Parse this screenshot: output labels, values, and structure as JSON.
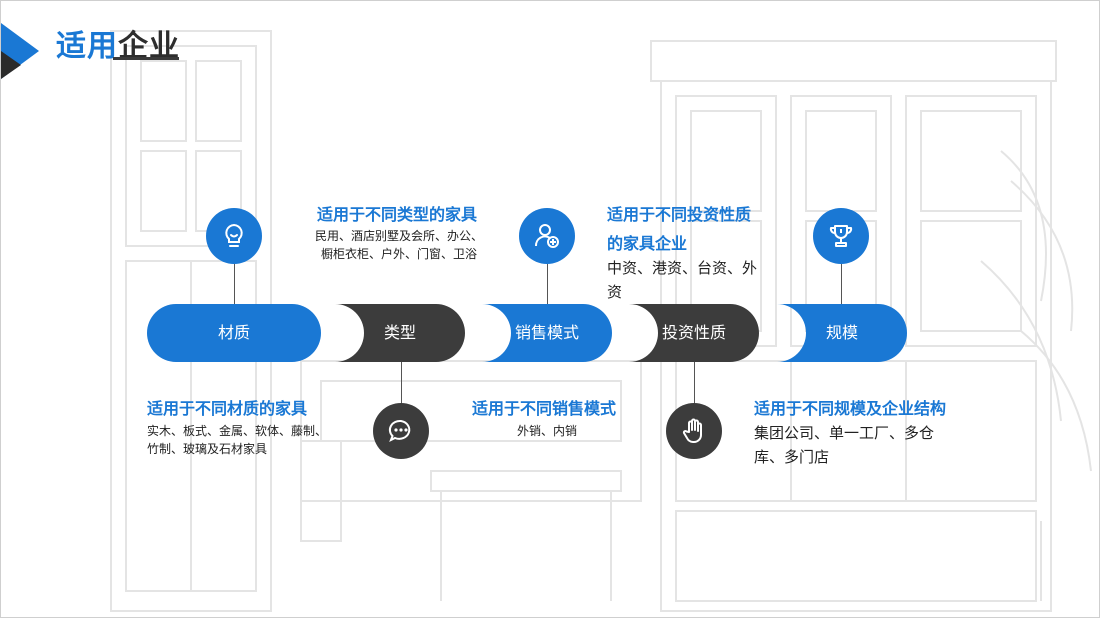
{
  "title": {
    "part1": "适用",
    "part2": "企业"
  },
  "colors": {
    "accent": "#1a78d4",
    "dark": "#3c3c3c",
    "text": "#222222"
  },
  "timeline": [
    {
      "label": "材质",
      "icon": "lightbulb-icon"
    },
    {
      "label": "类型",
      "icon": "chat-bubble-icon"
    },
    {
      "label": "销售模式",
      "icon": "user-add-icon"
    },
    {
      "label": "投资性质",
      "icon": "hand-icon"
    },
    {
      "label": "规模",
      "icon": "trophy-icon"
    }
  ],
  "items": {
    "material": {
      "heading": "适用于不同材质的家具",
      "desc1": "实木、板式、金属、软体、藤制、",
      "desc2": "竹制、玻璃及石材家具"
    },
    "type": {
      "heading": "适用于不同类型的家具",
      "desc1": "民用、酒店别墅及会所、办公、",
      "desc2": "橱柜衣柜、户外、门窗、卫浴"
    },
    "sales": {
      "heading": "适用于不同销售模式",
      "desc1": "外销、内销"
    },
    "investment": {
      "heading1": "适用于不同投资性质",
      "heading2": "的家具企业",
      "desc1": "中资、港资、台资、外",
      "desc2": "资"
    },
    "scale": {
      "heading": "适用于不同规模及企业结构",
      "desc1": "集团公司、单一工厂、多仓",
      "desc2": "库、多门店"
    }
  }
}
